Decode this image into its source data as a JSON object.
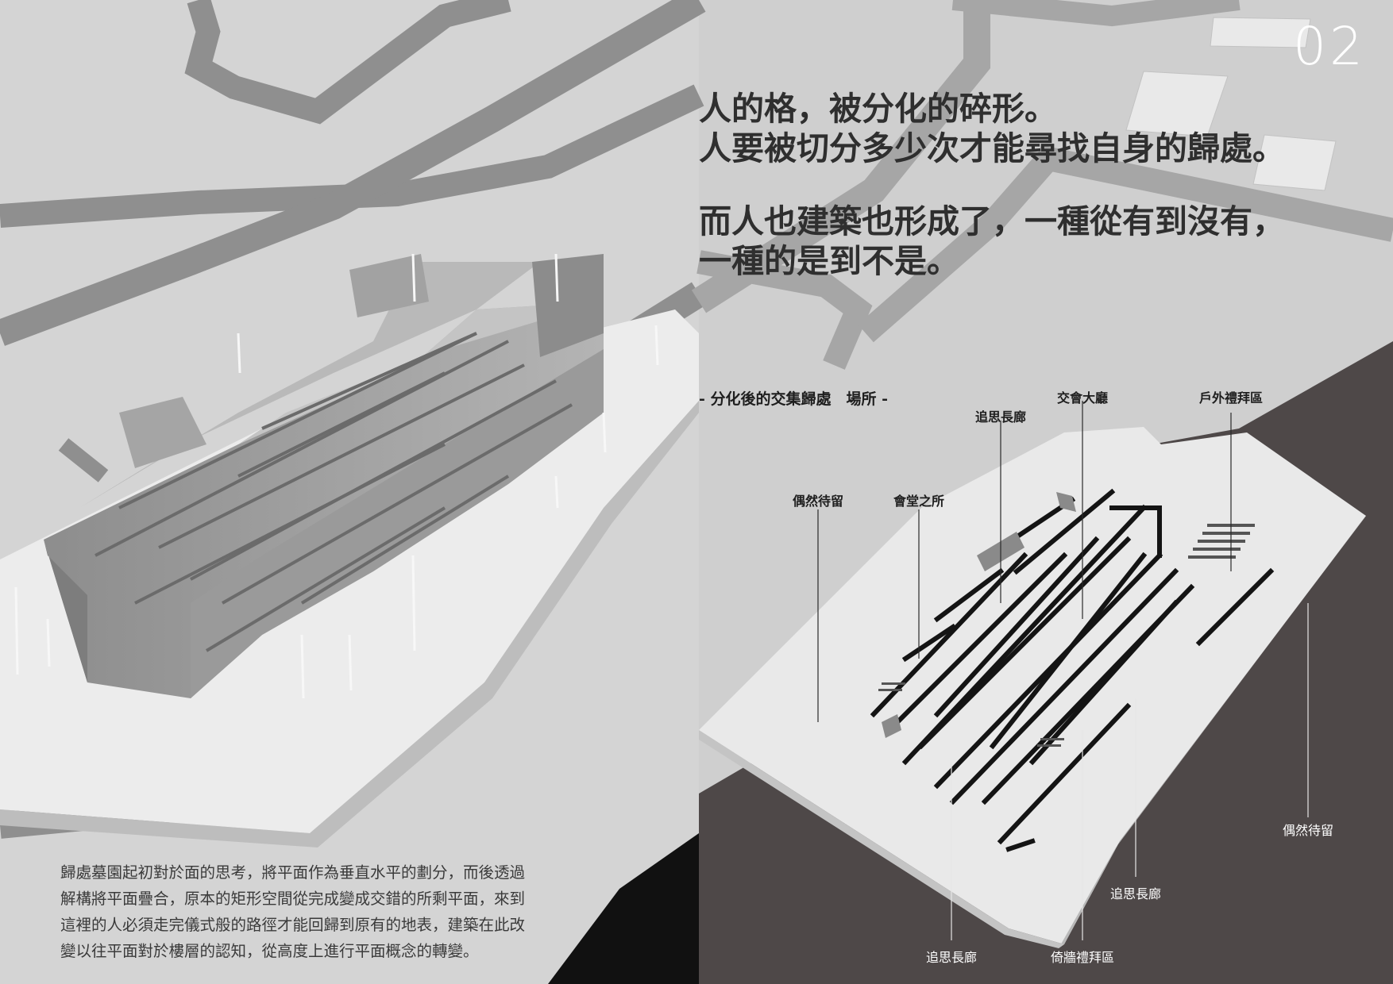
{
  "page_number": "02",
  "poem": {
    "line1": "人的格，被分化的碎形。",
    "line2": "人要被切分多少次才能尋找自身的歸處。",
    "line3": "而人也建築也形成了，一種從有到沒有，",
    "line4": "一種的是到不是。"
  },
  "section_title": "- 分化後的交集歸處　場所 -",
  "labels": {
    "memorial_corridor_top": "追思長廊",
    "meeting_hall": "交會大廳",
    "outdoor_worship": "戶外禮拜區",
    "chance_stay_left": "偶然待留",
    "assembly_place": "會堂之所",
    "chance_stay_right": "偶然待留",
    "memorial_corridor_mid": "追思長廊",
    "memorial_corridor_bottom": "追思長廊",
    "wall_worship": "倚牆禮拜區"
  },
  "description": {
    "line1": "歸處墓園起初對於面的思考，將平面作為垂直水平的劃分，而後透過",
    "line2": "解構將平面疊合，原本的矩形空間從完成變成交錯的所剩平面，來到",
    "line3": "這裡的人必須走完儀式般的路徑才能回歸到原有的地表，建築在此改",
    "line4": "變以往平面對於樓層的認知，從高度上進行平面概念的轉變。"
  },
  "colors": {
    "paper": "#d6d6d6",
    "road": "#8e8e8e",
    "dark_ground": "#4d4747",
    "concrete": "#a9a9a9",
    "white_plinth": "#ebebeb",
    "text": "#2f2f2f"
  }
}
